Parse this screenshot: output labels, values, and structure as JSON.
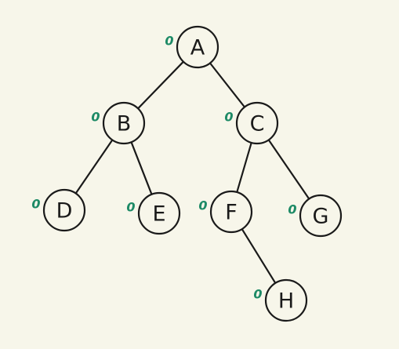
{
  "diagram": {
    "type": "binary-tree",
    "colors": {
      "background": "#f7f6ea",
      "ink": "#1a1a1a",
      "mark": "#1d8a66"
    },
    "nodes": [
      {
        "id": "A",
        "label": "A",
        "mark": "0"
      },
      {
        "id": "B",
        "label": "B",
        "mark": "0"
      },
      {
        "id": "C",
        "label": "C",
        "mark": "0"
      },
      {
        "id": "D",
        "label": "D",
        "mark": "0"
      },
      {
        "id": "E",
        "label": "E",
        "mark": "0"
      },
      {
        "id": "F",
        "label": "F",
        "mark": "0"
      },
      {
        "id": "G",
        "label": "G",
        "mark": "0"
      },
      {
        "id": "H",
        "label": "H",
        "mark": "0"
      }
    ],
    "edges": [
      {
        "from": "A",
        "to": "B"
      },
      {
        "from": "A",
        "to": "C"
      },
      {
        "from": "B",
        "to": "D"
      },
      {
        "from": "B",
        "to": "E"
      },
      {
        "from": "C",
        "to": "F"
      },
      {
        "from": "C",
        "to": "G"
      },
      {
        "from": "F",
        "to": "H"
      }
    ]
  }
}
